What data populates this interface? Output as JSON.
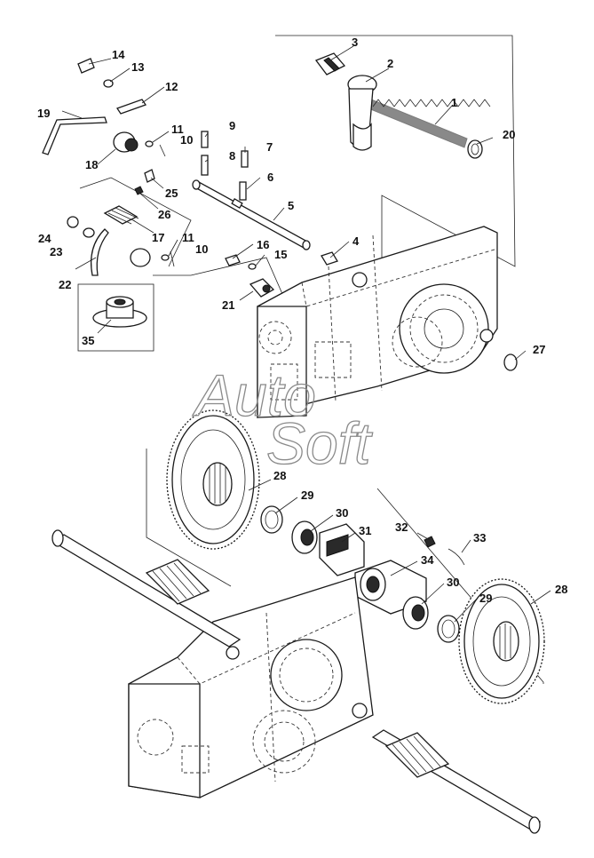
{
  "watermark": {
    "line1": "Auto",
    "line2": "Soft"
  },
  "callouts": [
    {
      "id": "c1",
      "label": "1"
    },
    {
      "id": "c2",
      "label": "2"
    },
    {
      "id": "c3",
      "label": "3"
    },
    {
      "id": "c4",
      "label": "4"
    },
    {
      "id": "c5",
      "label": "5"
    },
    {
      "id": "c6",
      "label": "6"
    },
    {
      "id": "c7",
      "label": "7"
    },
    {
      "id": "c8",
      "label": "8"
    },
    {
      "id": "c9",
      "label": "9"
    },
    {
      "id": "c10a",
      "label": "10"
    },
    {
      "id": "c10b",
      "label": "10"
    },
    {
      "id": "c11a",
      "label": "11"
    },
    {
      "id": "c11b",
      "label": "11"
    },
    {
      "id": "c12",
      "label": "12"
    },
    {
      "id": "c13",
      "label": "13"
    },
    {
      "id": "c14",
      "label": "14"
    },
    {
      "id": "c15",
      "label": "15"
    },
    {
      "id": "c16",
      "label": "16"
    },
    {
      "id": "c17",
      "label": "17"
    },
    {
      "id": "c18",
      "label": "18"
    },
    {
      "id": "c19",
      "label": "19"
    },
    {
      "id": "c20",
      "label": "20"
    },
    {
      "id": "c21",
      "label": "21"
    },
    {
      "id": "c22",
      "label": "22"
    },
    {
      "id": "c23",
      "label": "23"
    },
    {
      "id": "c24",
      "label": "24"
    },
    {
      "id": "c25",
      "label": "25"
    },
    {
      "id": "c26",
      "label": "26"
    },
    {
      "id": "c27",
      "label": "27"
    },
    {
      "id": "c28a",
      "label": "28"
    },
    {
      "id": "c28b",
      "label": "28"
    },
    {
      "id": "c29a",
      "label": "29"
    },
    {
      "id": "c29b",
      "label": "29"
    },
    {
      "id": "c30a",
      "label": "30"
    },
    {
      "id": "c30b",
      "label": "30"
    },
    {
      "id": "c31",
      "label": "31"
    },
    {
      "id": "c32",
      "label": "32"
    },
    {
      "id": "c33",
      "label": "33"
    },
    {
      "id": "c34",
      "label": "34"
    },
    {
      "id": "c35",
      "label": "35"
    }
  ]
}
